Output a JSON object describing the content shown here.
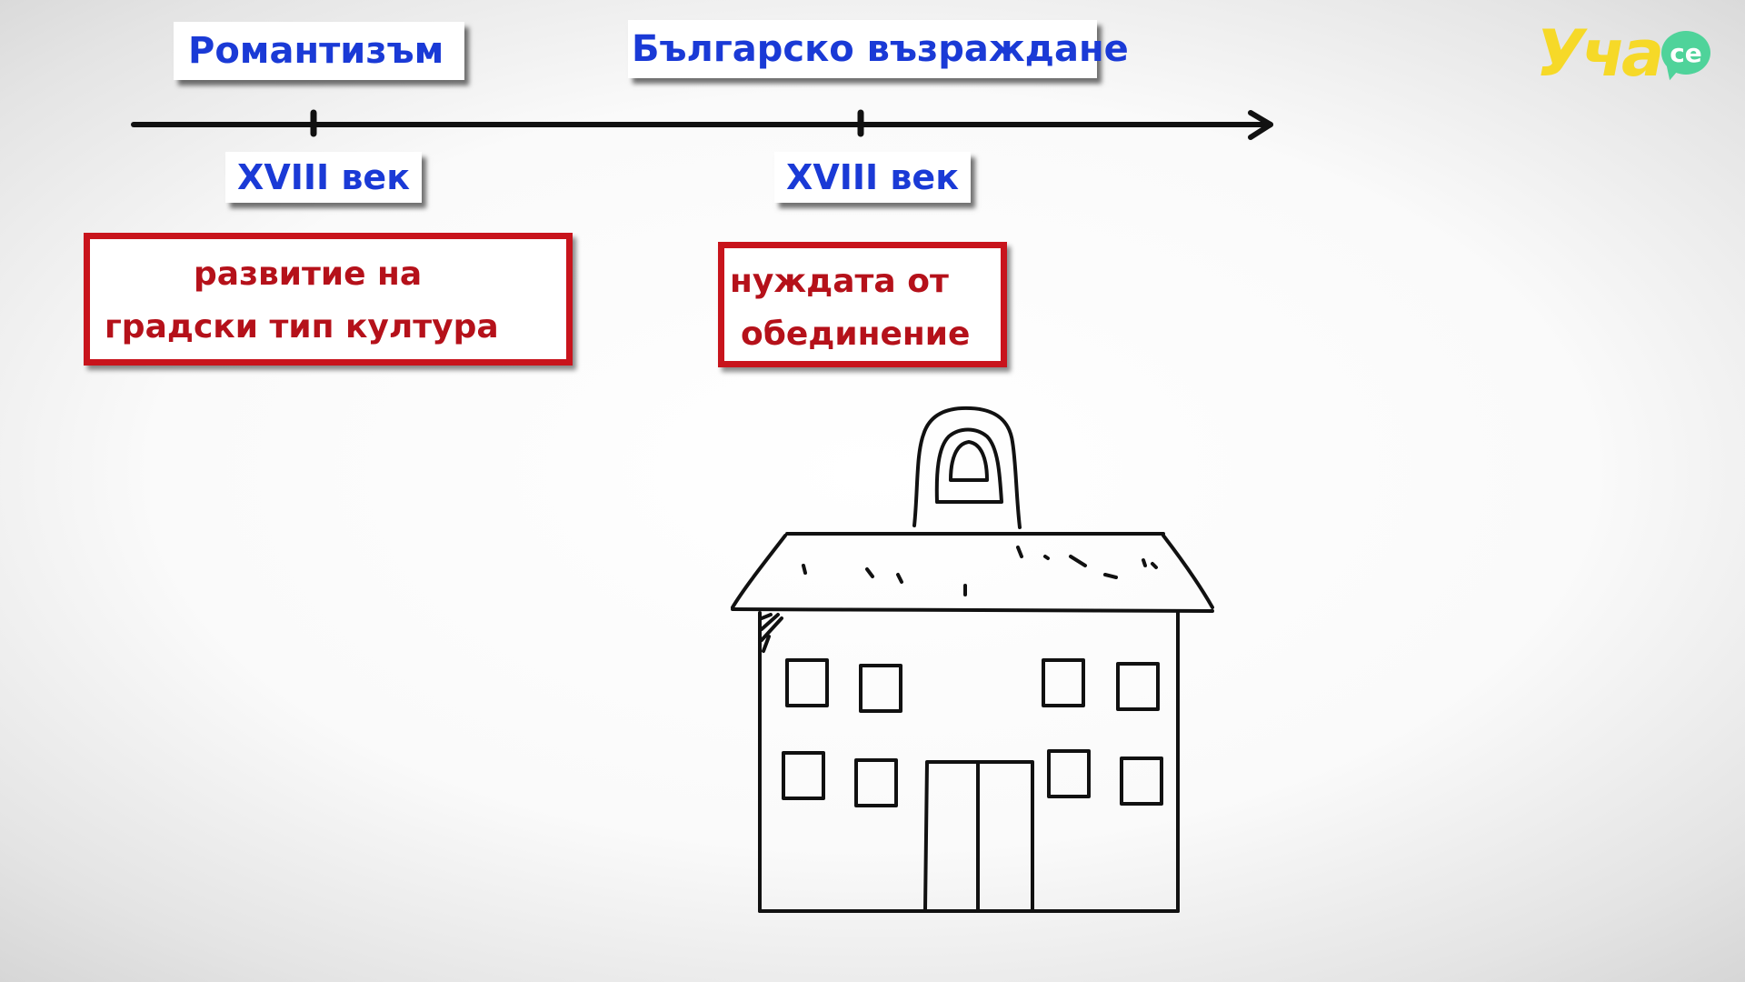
{
  "timeline": {
    "eras": [
      {
        "label": "Романтизъм"
      },
      {
        "label": "Българско възраждане"
      }
    ],
    "centuries": [
      {
        "label": "XVIII век"
      },
      {
        "label": "XVIII век"
      }
    ]
  },
  "notes": [
    {
      "lines": [
        "развитие на",
        "градски тип култура"
      ]
    },
    {
      "lines": [
        "нуждата от",
        "обединение"
      ]
    }
  ],
  "logo": {
    "text": "Уча",
    "badge": "се"
  },
  "colors": {
    "label_text": "#1a3ad6",
    "note_border": "#c8141c",
    "note_text": "#b5111a",
    "logo_yellow": "#f6d928",
    "logo_green": "#4fd39a"
  },
  "illustration": {
    "icon": "school-building-with-bell-icon"
  }
}
